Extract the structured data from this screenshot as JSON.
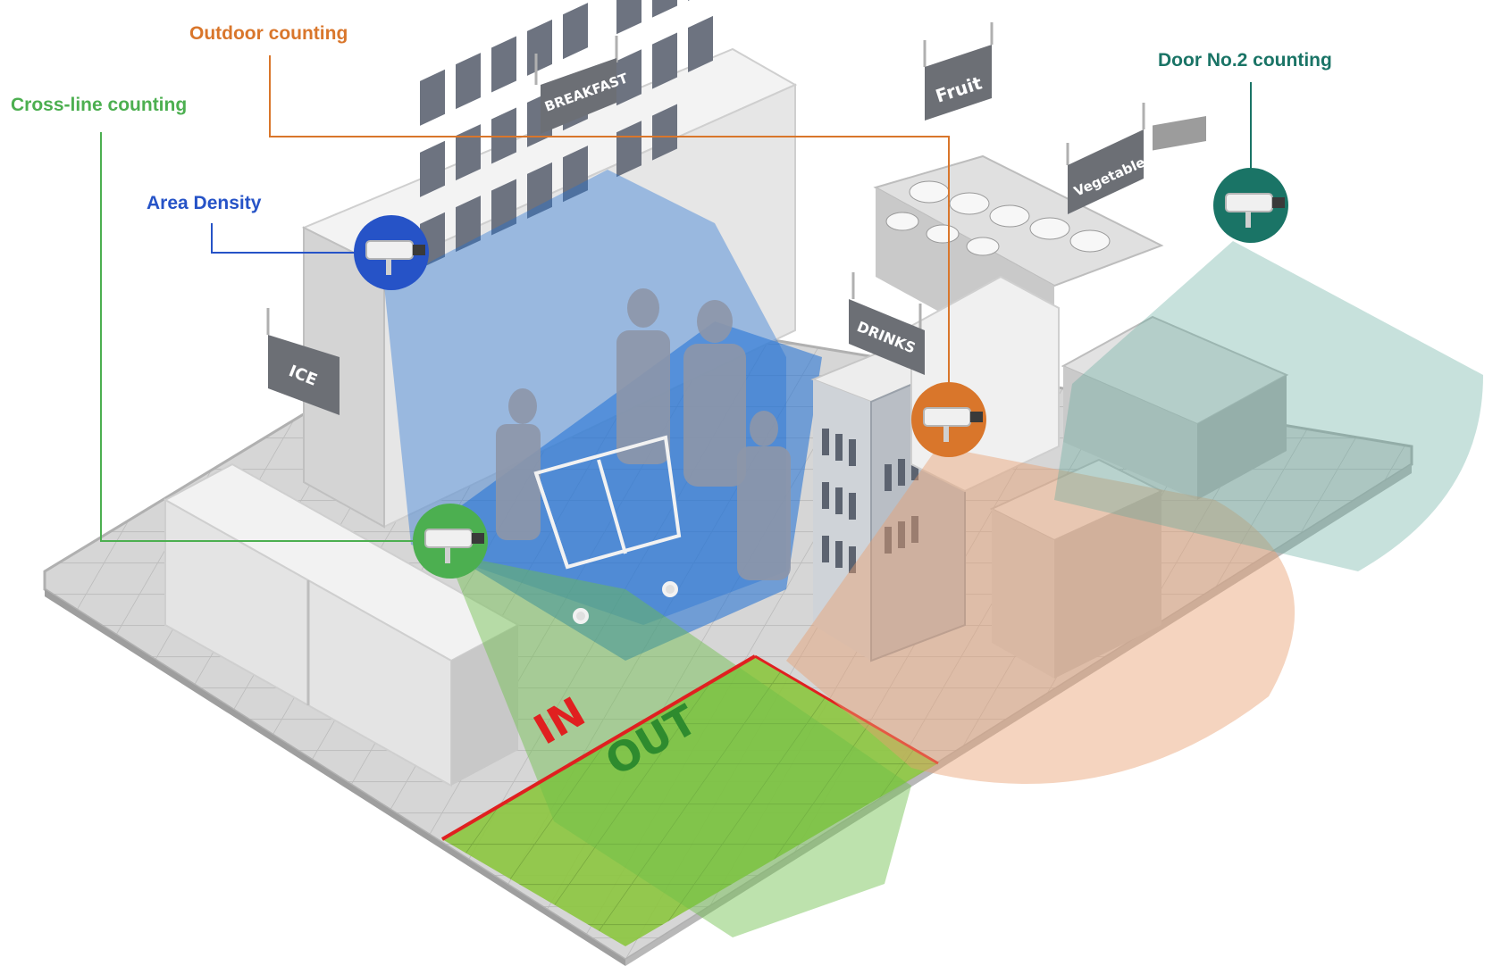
{
  "callouts": {
    "outdoor": {
      "label": "Outdoor counting",
      "color": "#d9762b"
    },
    "crossline": {
      "label": "Cross-line counting",
      "color": "#4caf50"
    },
    "area": {
      "label": "Area Density",
      "color": "#2653c7"
    },
    "door2": {
      "label": "Door No.2 counting",
      "color": "#1a7466"
    }
  },
  "signs": {
    "breakfast": "BREAKFAST",
    "fruit": "Fruit",
    "vegetable": "Vegetable",
    "drinks": "DRINKS",
    "ice": "ICE"
  },
  "floor": {
    "in_label": "IN",
    "out_label": "OUT"
  },
  "colors": {
    "area_zone": "#1e6fd6",
    "crossline_zone": "#7cc243",
    "outdoor_zone": "#e8a070",
    "door2_zone": "#5ea89c",
    "cross_line": "#e02020",
    "floor": "#d9d9d9",
    "shelf": "#ececec"
  },
  "icons": [
    "camera-icon-area",
    "camera-icon-crossline",
    "camera-icon-outdoor",
    "camera-icon-door2"
  ]
}
